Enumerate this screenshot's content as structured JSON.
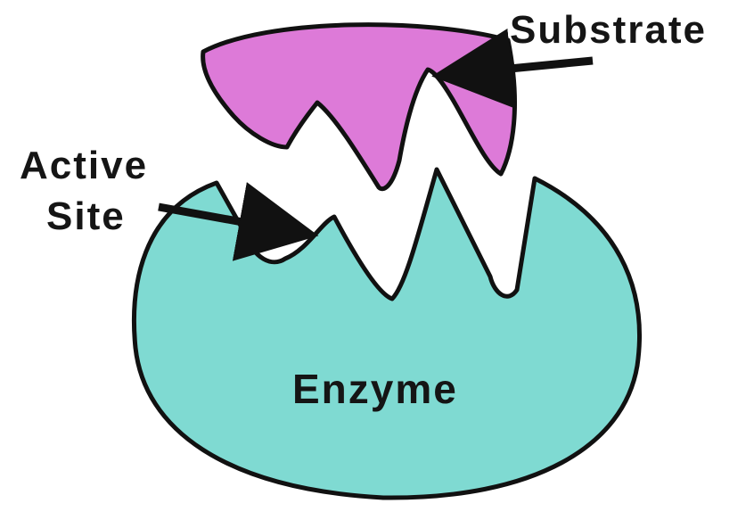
{
  "diagram": {
    "labels": {
      "substrate": "Substrate",
      "active_site_line1": "Active",
      "active_site_line2": "Site",
      "enzyme": "Enzyme"
    },
    "colors": {
      "enzyme_fill": "#7fdad2",
      "substrate_fill": "#dd7ad8",
      "outline": "#111111",
      "text": "#151515",
      "background": "#ffffff"
    }
  }
}
